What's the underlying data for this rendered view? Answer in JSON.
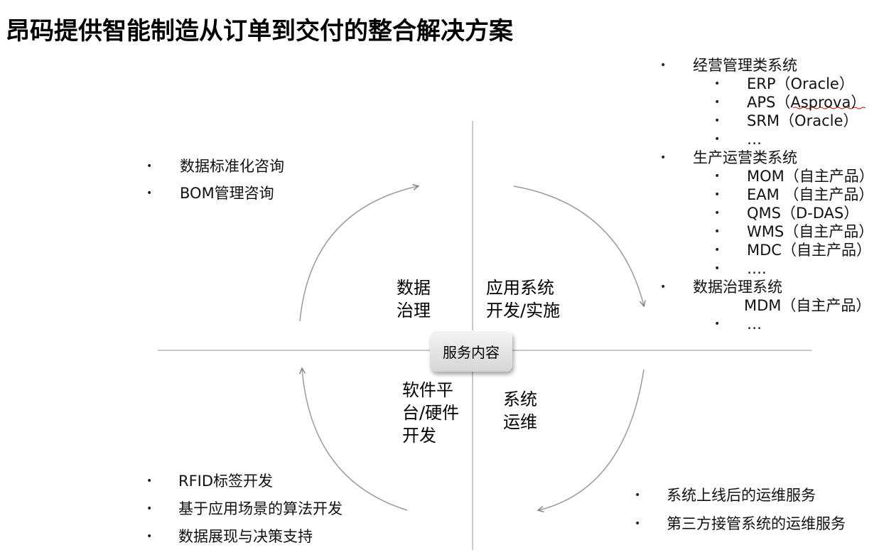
{
  "title": "昂码提供智能制造从订单到交付的整合解决方案",
  "center_label": "服务内容",
  "quadrants": {
    "top_left": [
      "数据",
      "治理"
    ],
    "top_right": [
      "应用系统",
      "开发/实施"
    ],
    "bottom_left": [
      "软件平",
      "台/硬件",
      "开发"
    ],
    "bottom_right": [
      "系统",
      "运维"
    ]
  },
  "data_governance_items": [
    "数据标准化咨询",
    "BOM管理咨询"
  ],
  "software_hardware_items": [
    "RFID标签开发",
    "基于应用场景的算法开发",
    "数据展现与决策支持"
  ],
  "ops_items": [
    "系统上线后的运维服务",
    "第三方接管系统的运维服务"
  ],
  "systems": {
    "g1_title": "经营管理类系统",
    "g1_items": [
      "ERP（Oracle）",
      "APS（Asprova）",
      "SRM（Oracle）",
      "…"
    ],
    "g2_title": "生产运营类系统",
    "g2_items": [
      "MOM（自主产品）",
      "EAM （自主产品）",
      "QMS（D-DAS）",
      "WMS（自主产品）",
      "MDC（自主产品）",
      "…."
    ],
    "g3_title": "数据治理系统",
    "g3_item": "MDM（自主产品）",
    "g3_more": "…"
  },
  "bullet_char": "•"
}
